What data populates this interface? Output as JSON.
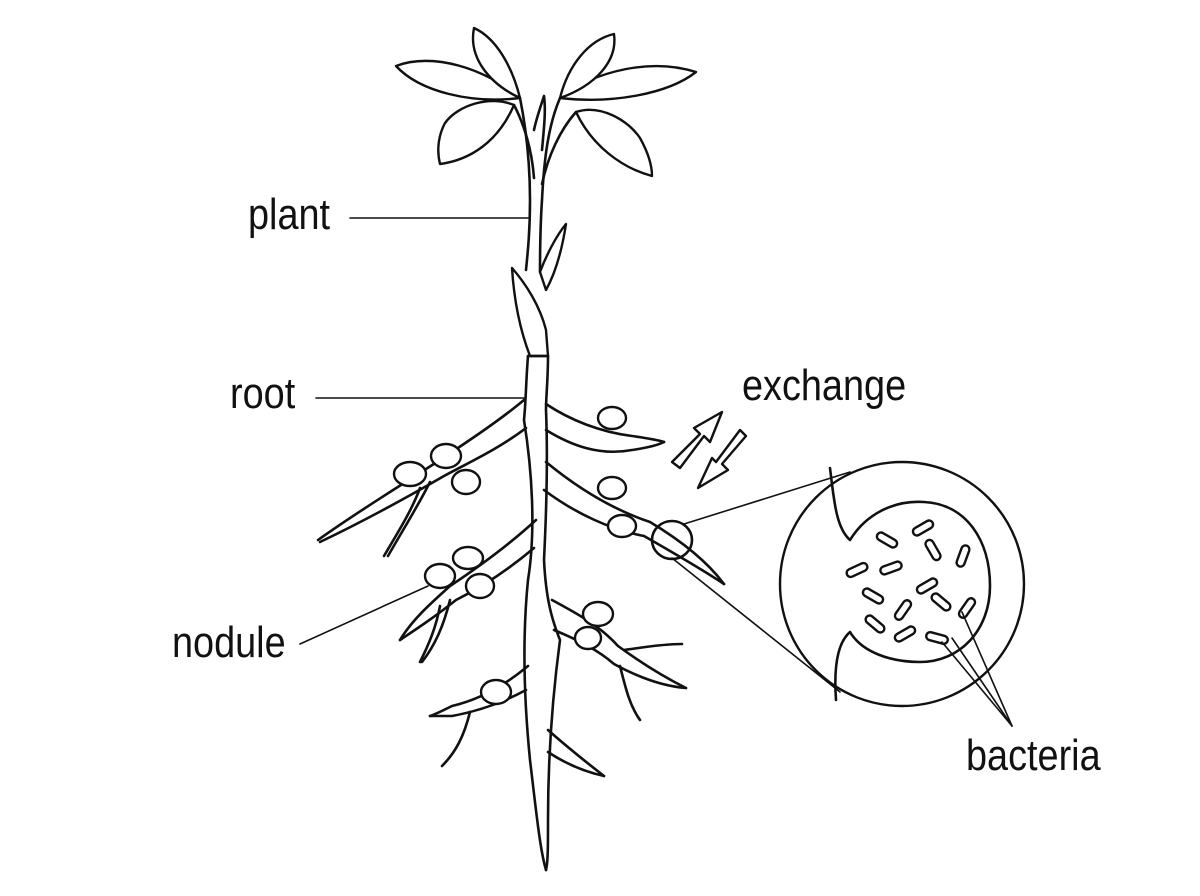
{
  "labels": {
    "plant": "plant",
    "root": "root",
    "exchange": "exchange",
    "nodule": "nodule",
    "bacteria": "bacteria"
  },
  "colors": {
    "ink": "#111111",
    "background": "#ffffff"
  }
}
